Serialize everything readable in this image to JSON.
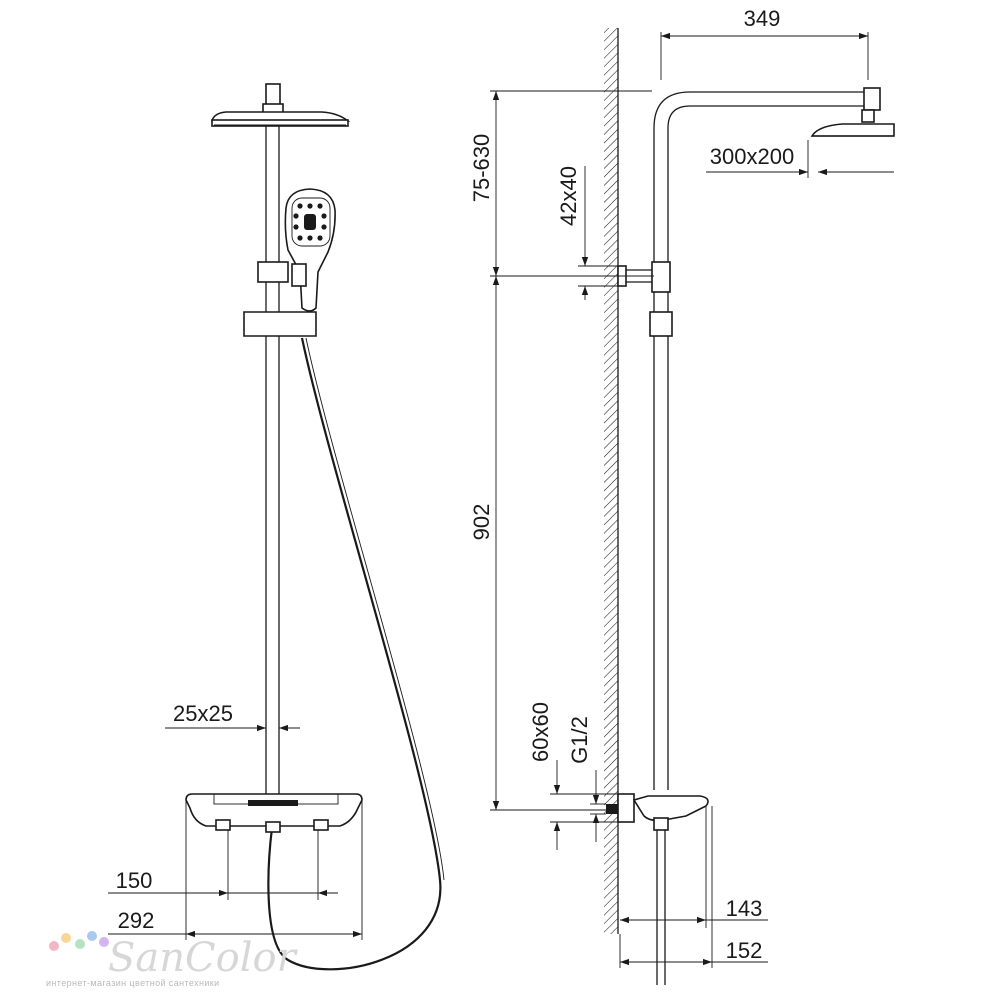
{
  "dimensions": {
    "arm_length": "349",
    "head_size": "300x200",
    "height_adjust": "75-630",
    "holder_plate": "42x40",
    "bar_length": "902",
    "bar_profile": "25x25",
    "mixer_plate": "60x60",
    "thread": "G1/2",
    "mixer_centers": "150",
    "mixer_width": "292",
    "mixer_depth_1": "143",
    "mixer_depth_2": "152"
  },
  "watermark": {
    "brand": "SanColor",
    "tagline": "интернет-магазин цветной сантехники",
    "dot_colors": [
      "#f4b6c2",
      "#f7d794",
      "#b5e3c1",
      "#a9c9f0",
      "#d4b5f0"
    ]
  }
}
